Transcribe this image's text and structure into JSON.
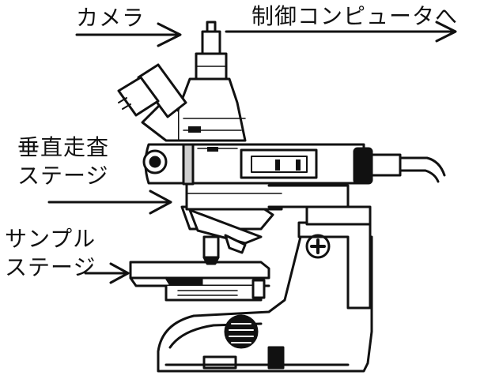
{
  "labels": {
    "camera": "カメラ",
    "control": "制御コンピュータへ",
    "vertical_scan": [
      "垂直走査",
      "ステージ"
    ],
    "sample": [
      "サンプル",
      "ステージ"
    ]
  },
  "colors": {
    "ink": "#111111",
    "paper": "#ffffff",
    "shade": "#cfcfcf"
  }
}
